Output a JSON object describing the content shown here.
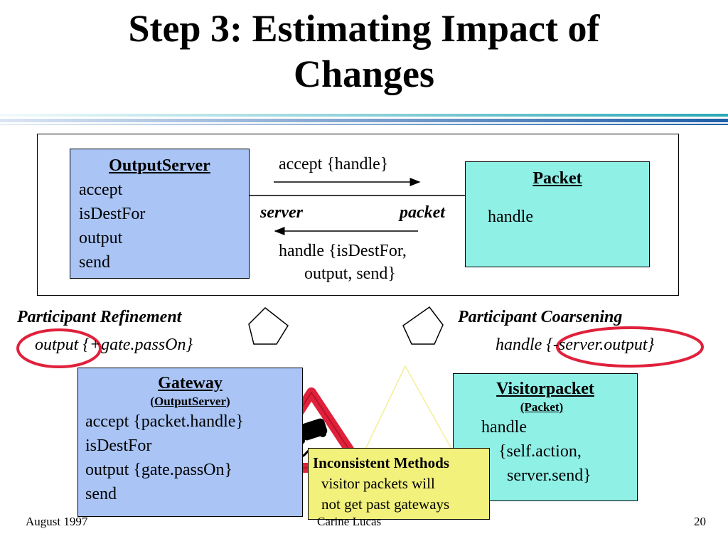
{
  "slide": {
    "title_line1": "Step 3: Estimating Impact of",
    "title_line2": "Changes"
  },
  "top_diagram": {
    "output_server": {
      "name": "OutputServer",
      "methods": [
        "accept",
        "isDestFor",
        "output",
        "send"
      ]
    },
    "packet": {
      "name": "Packet",
      "methods": [
        "handle"
      ]
    },
    "top_message": "accept {handle}",
    "server_label": "server",
    "packet_label": "packet",
    "bottom_message_line1": "handle {isDestFor,",
    "bottom_message_line2": "output, send}"
  },
  "refinement": {
    "label": "Participant Refinement",
    "change": "output {+gate.passOn}"
  },
  "coarsening": {
    "label": "Participant Coarsening",
    "change": "handle {-server.output}"
  },
  "gateway": {
    "name": "Gateway",
    "parent_open": "(",
    "parent": "OutputServer",
    "parent_close": ")",
    "methods": [
      "accept {packet.handle}",
      "isDestFor",
      "output {gate.passOn}",
      "send"
    ]
  },
  "visitorpacket": {
    "name": "Visitorpacket",
    "parent": "(Packet)",
    "lines": [
      "handle",
      "{self.action,",
      "server.send}"
    ]
  },
  "warning": {
    "title": "Inconsistent Methods",
    "line1": "visitor packets will",
    "line2": "not get past gateways"
  },
  "footer": {
    "date": "August 1997",
    "author": "Carine Lucas",
    "page": "20"
  },
  "colors": {
    "class_box_blue": "#a9c4f5",
    "class_box_cyan": "#8ff0e6",
    "warning_note": "#f1f17c",
    "highlight_ellipse": "#e0213b",
    "warning_sign_red": "#e0213b",
    "rule_blue": "#1f5fa8",
    "rule_teal": "#2aa8b8"
  }
}
